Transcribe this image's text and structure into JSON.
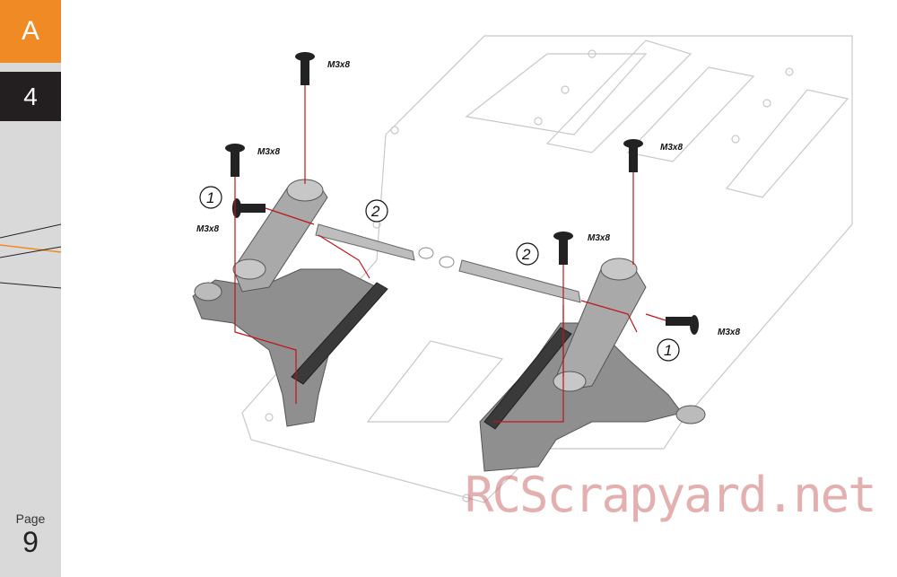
{
  "sidebar": {
    "section_letter": "A",
    "step_number": "4",
    "page_label": "Page",
    "page_number": "9",
    "accent_color": "#f08a24",
    "dark_color": "#231f20"
  },
  "callouts": {
    "screw_top_center": "M3x8",
    "screw_top_left": "M3x8",
    "screw_side_left": "M3x8",
    "screw_right_top": "M3x8",
    "screw_right_mid": "M3x8",
    "screw_side_right": "M3x8"
  },
  "steps": {
    "left_screw": "1",
    "left_shaft": "2",
    "right_shaft": "2",
    "right_screw": "1"
  },
  "watermark": "RCScrapyard.net"
}
